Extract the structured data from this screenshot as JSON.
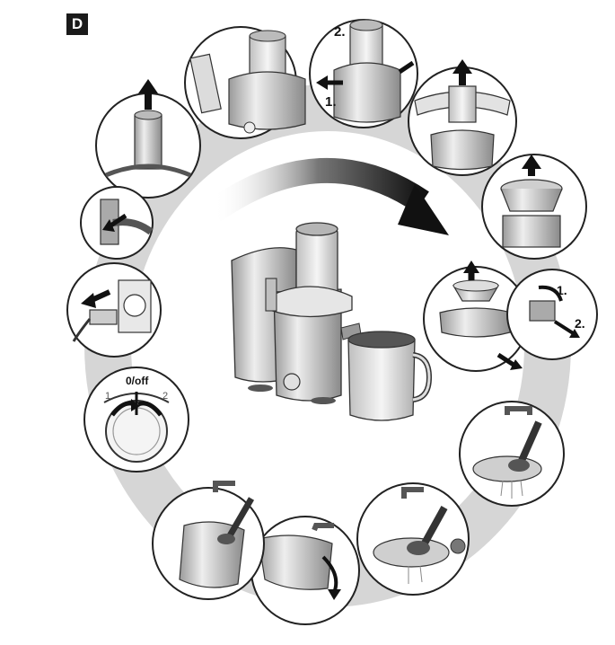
{
  "page": {
    "section_letter": "D"
  },
  "steps": {
    "switch": {
      "label": "0/off",
      "left_position": "1",
      "right_position": "2"
    },
    "lid_removal": {
      "step_one": "1.",
      "step_two": "2."
    },
    "spout_removal": {
      "step_one": "1.",
      "step_two": "2."
    }
  },
  "colors": {
    "ring": "#d4d4d4",
    "outline": "#2a2a2a",
    "metal": "#c9c9c9",
    "arrow": "#1a1a1a"
  }
}
